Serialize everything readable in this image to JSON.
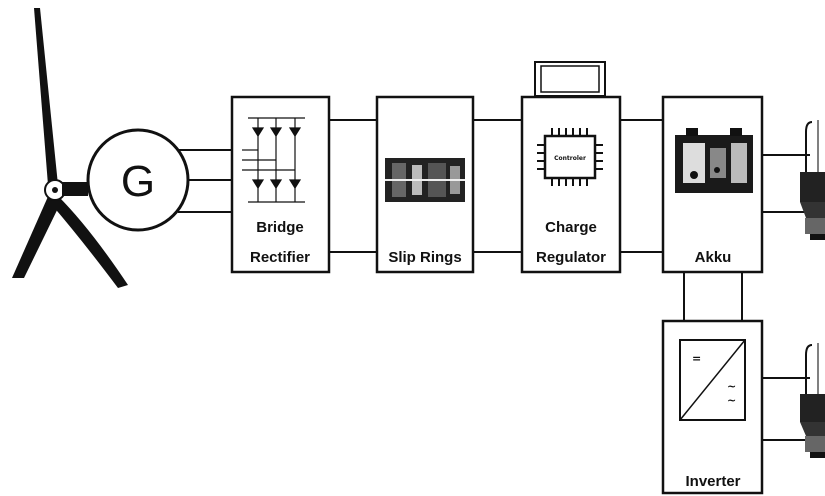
{
  "generator": {
    "symbol": "G"
  },
  "rectifier": {
    "line1": "Bridge",
    "line2": "Rectifier"
  },
  "slip_rings": {
    "label": "Slip Rings"
  },
  "regulator": {
    "line1": "Charge",
    "line2": "Regulator",
    "chip_label": "Controler"
  },
  "akku": {
    "label": "Akku"
  },
  "inverter": {
    "label": "Inverter",
    "dc_symbol": "=",
    "ac_symbol1": "~",
    "ac_symbol2": "~"
  },
  "icons": [
    "wind-turbine-icon",
    "diode-bridge-icon",
    "slip-rings-icon",
    "microcontroller-icon",
    "battery-icon",
    "dc-ac-converter-icon",
    "lamp-icon"
  ]
}
